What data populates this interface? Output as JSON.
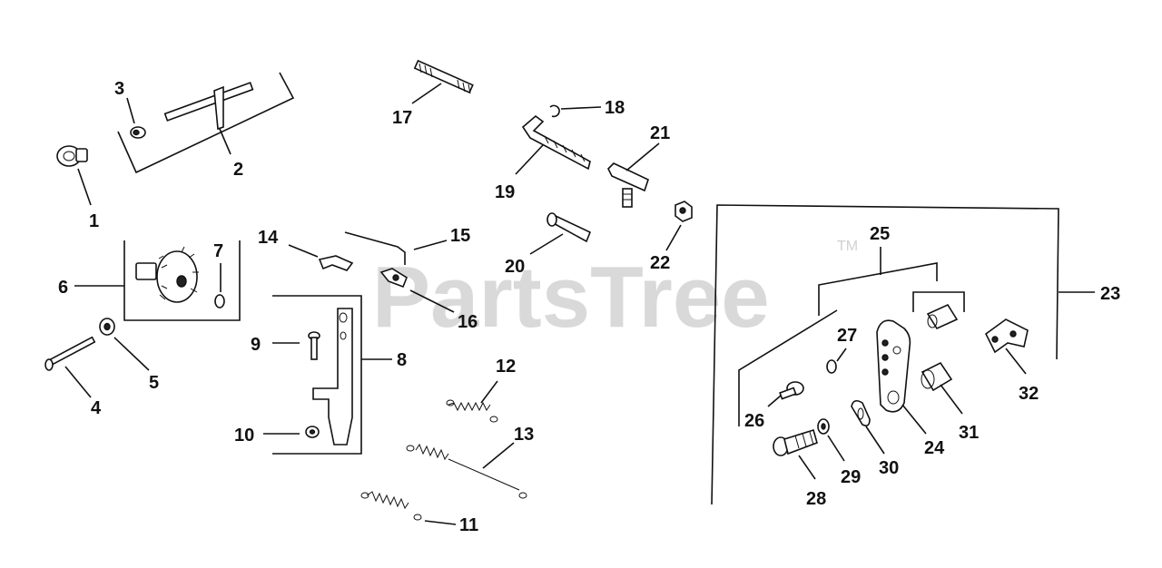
{
  "watermark": {
    "text": "PartsTree",
    "trademark": "TM"
  },
  "callouts": [
    "1",
    "2",
    "3",
    "4",
    "5",
    "6",
    "7",
    "8",
    "9",
    "10",
    "11",
    "12",
    "13",
    "14",
    "15",
    "16",
    "17",
    "18",
    "19",
    "20",
    "21",
    "22",
    "23",
    "24",
    "25",
    "26",
    "27",
    "28",
    "29",
    "30",
    "31",
    "32"
  ]
}
